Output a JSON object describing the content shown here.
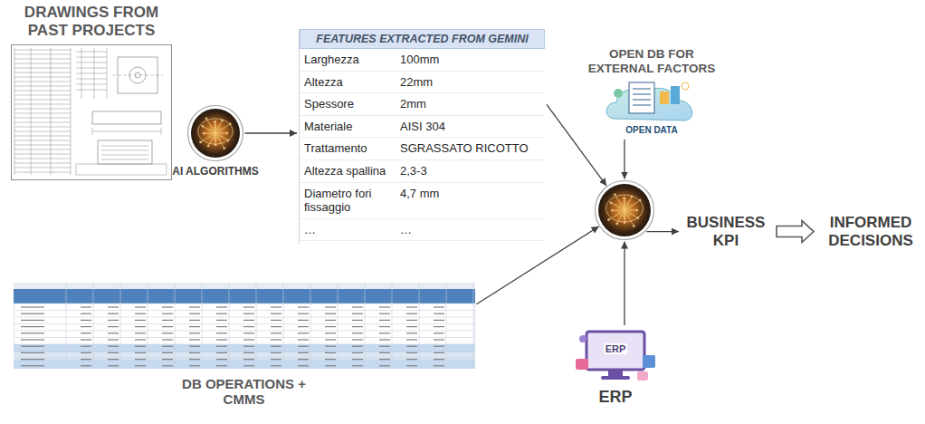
{
  "diagram": {
    "nodes": [
      {
        "text": [
          "DRAWINGS FROM PAST PROJECTS"
        ]
      },
      {
        "text": [
          "AI ALGORITHMS"
        ]
      },
      {
        "text": [
          "FEATURES EXTRACTED FROM GEMINI",
          "Larghezza",
          "100mm",
          "Altezza",
          "22mm",
          "Spessore",
          "2mm",
          "Materiale",
          "AISI 304",
          "Trattamento",
          "SGRASSATO RICOTTO",
          "Altezza spallina",
          "2,3-3",
          "Diametro fori fissaggio",
          "4,7 mm",
          "…",
          "…"
        ]
      },
      {
        "text": [
          "OPEN DB FOR EXTERNAL FACTORS",
          "OPEN DATA"
        ]
      },
      {
        "text": []
      },
      {
        "text": [
          "BUSINESS KPI"
        ]
      },
      {
        "text": [
          "INFORMED DECISIONS"
        ]
      },
      {
        "text": [
          "DB OPERATIONS + CMMS"
        ]
      },
      {
        "text": [
          "ERP",
          "ERP"
        ]
      }
    ],
    "edges": [
      {
        "from": 1,
        "to": 2,
        "arrow": "to"
      },
      {
        "from": 2,
        "to": 4,
        "arrow": "to"
      },
      {
        "from": 7,
        "to": 4,
        "arrow": "to"
      },
      {
        "from": 3,
        "to": 4,
        "arrow": "to"
      },
      {
        "from": 8,
        "to": 4,
        "arrow": "to"
      },
      {
        "from": 4,
        "to": 5,
        "arrow": "to"
      },
      {
        "from": 5,
        "to": 6,
        "arrow": "to"
      }
    ]
  }
}
